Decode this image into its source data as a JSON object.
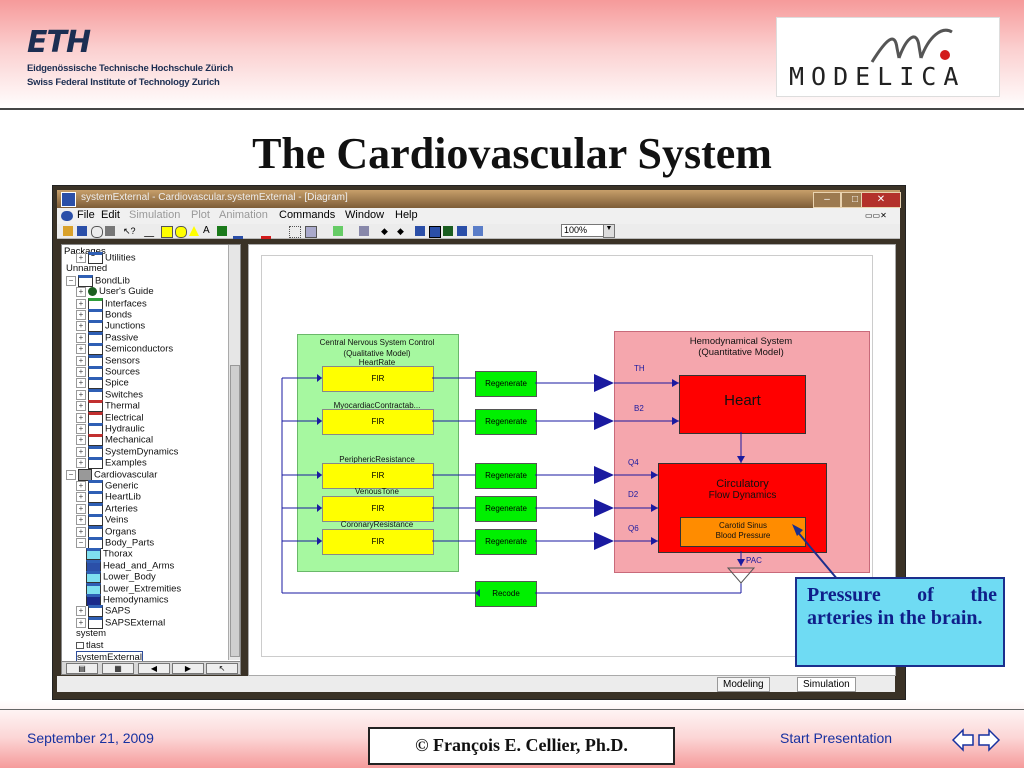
{
  "header": {
    "eth_logo": "ETH",
    "eth_line1": "Eidgenössische Technische Hochschule Zürich",
    "eth_line2": "Swiss Federal Institute of Technology Zurich",
    "modelica_logo": "MODELICA"
  },
  "slide_title": "The Cardiovascular System",
  "window": {
    "title": "systemExternal - Cardiovascular.systemExternal - [Diagram]",
    "controls": [
      "–",
      "□",
      "✕"
    ],
    "menu": [
      {
        "label": "File",
        "enabled": true
      },
      {
        "label": "Edit",
        "enabled": true
      },
      {
        "label": "Simulation",
        "enabled": false
      },
      {
        "label": "Plot",
        "enabled": false
      },
      {
        "label": "Animation",
        "enabled": false
      },
      {
        "label": "Commands",
        "enabled": true
      },
      {
        "label": "Window",
        "enabled": true
      },
      {
        "label": "Help",
        "enabled": true
      }
    ],
    "zoom": "100%",
    "packages_header": "Packages",
    "tree": [
      {
        "label": "Utilities",
        "icon": "blue",
        "indent": 1
      },
      {
        "label": "Unnamed",
        "icon": "none",
        "indent": 0
      },
      {
        "label": "BondLib",
        "icon": "blue",
        "indent": 0,
        "exp": "−"
      },
      {
        "label": "User's Guide",
        "icon": "info",
        "indent": 1
      },
      {
        "label": "Interfaces",
        "icon": "green",
        "indent": 1
      },
      {
        "label": "Bonds",
        "icon": "blue",
        "indent": 1
      },
      {
        "label": "Junctions",
        "icon": "blue",
        "indent": 1
      },
      {
        "label": "Passive",
        "icon": "blue",
        "indent": 1
      },
      {
        "label": "Semiconductors",
        "icon": "blue",
        "indent": 1
      },
      {
        "label": "Sensors",
        "icon": "blue",
        "indent": 1
      },
      {
        "label": "Sources",
        "icon": "blue",
        "indent": 1
      },
      {
        "label": "Spice",
        "icon": "blue",
        "indent": 1
      },
      {
        "label": "Switches",
        "icon": "blue",
        "indent": 1
      },
      {
        "label": "Thermal",
        "icon": "red",
        "indent": 1
      },
      {
        "label": "Electrical",
        "icon": "red",
        "indent": 1
      },
      {
        "label": "Hydraulic",
        "icon": "blue",
        "indent": 1
      },
      {
        "label": "Mechanical",
        "icon": "red",
        "indent": 1
      },
      {
        "label": "SystemDynamics",
        "icon": "blue",
        "indent": 1
      },
      {
        "label": "Examples",
        "icon": "blue",
        "indent": 1
      },
      {
        "label": "Cardiovascular",
        "icon": "gray",
        "indent": 0,
        "exp": "−"
      },
      {
        "label": "Generic",
        "icon": "blue",
        "indent": 1
      },
      {
        "label": "HeartLib",
        "icon": "blue",
        "indent": 1
      },
      {
        "label": "Arteries",
        "icon": "blue",
        "indent": 1
      },
      {
        "label": "Veins",
        "icon": "blue",
        "indent": 1
      },
      {
        "label": "Organs",
        "icon": "blue",
        "indent": 1
      },
      {
        "label": "Body_Parts",
        "icon": "blue",
        "indent": 1,
        "exp": "−"
      },
      {
        "label": "Thorax",
        "icon": "cyan",
        "indent": 2
      },
      {
        "label": "Head_and_Arms",
        "icon": "person",
        "indent": 2
      },
      {
        "label": "Lower_Body",
        "icon": "cyan",
        "indent": 2
      },
      {
        "label": "Lower_Extremities",
        "icon": "cyan",
        "indent": 2
      },
      {
        "label": "Hemodynamics",
        "icon": "dark",
        "indent": 2
      },
      {
        "label": "SAPS",
        "icon": "blue",
        "indent": 1
      },
      {
        "label": "SAPSExternal",
        "icon": "blue",
        "indent": 1
      },
      {
        "label": "system",
        "icon": "none",
        "indent": 1
      },
      {
        "label": "tlast",
        "icon": "small",
        "indent": 1
      },
      {
        "label": "systemExternal",
        "icon": "none",
        "indent": 1,
        "selected": true
      }
    ],
    "tabs": {
      "modeling": "Modeling",
      "simulation": "Simulation"
    }
  },
  "diagram": {
    "cns_title_1": "Central Nervous System Control",
    "cns_title_2": "(Qualitative Model)",
    "hemo_title_1": "Hemodynamical System",
    "hemo_title_2": "(Quantitative Model)",
    "fir_label": "FIR",
    "fir_blocks": [
      "HeartRate",
      "MyocardiacContractab...",
      "PeriphericResistance",
      "VenousTone",
      "CoronaryResistance"
    ],
    "regenerate_label": "Regenerate",
    "recode_label": "Recode",
    "heart_label": "Heart",
    "circulatory_line1": "Circulatory",
    "circulatory_line2": "Flow Dynamics",
    "carotid_line1": "Carotid Sinus",
    "carotid_line2": "Blood Pressure",
    "port_labels": [
      "TH",
      "B2",
      "Q4",
      "D2",
      "Q6",
      "PAC"
    ],
    "colors": {
      "cns_bg": "#a6f8a0",
      "hemo_bg": "#f5a6ad",
      "fir": "#ffff00",
      "regen": "#00f000",
      "heart": "#ff0000",
      "carotid": "#ff8c00",
      "wire": "#1a1aa0"
    }
  },
  "callout": "Pressure of the arteries in the brain.",
  "footer": {
    "date": "September 21, 2009",
    "copyright": "©  François E. Cellier, Ph.D.",
    "start": "Start Presentation"
  }
}
